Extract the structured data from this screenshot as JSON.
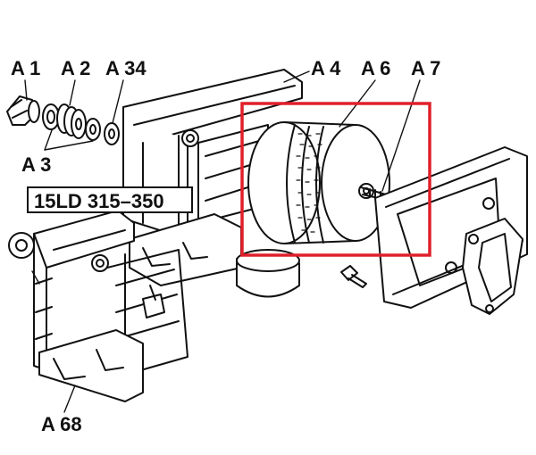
{
  "callouts": {
    "a1": "A 1",
    "a2": "A 2",
    "a34": "A 34",
    "a3": "A 3",
    "a4": "A 4",
    "a6": "A 6",
    "a7": "A 7",
    "a68": "A 68"
  },
  "model_label": "15LD 315–350",
  "colors": {
    "ink": "#111111",
    "highlight": "#e0202a",
    "paper": "#ffffff"
  }
}
